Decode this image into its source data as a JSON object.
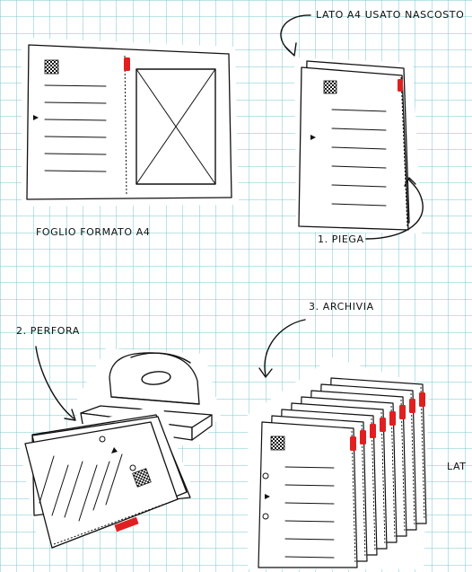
{
  "labels": {
    "hidden_side": "LATO A4 USATO NASCOSTO",
    "a4_sheet": "FOGLIO FORMATO A4",
    "step_fold": "1. PIEGA",
    "step_punch": "2. PERFORA",
    "step_archive": "3. ARCHIVIA",
    "cut_right": "LAT"
  },
  "colors": {
    "grid": "#79c7cc",
    "ink": "#111111",
    "accent_red": "#e02020",
    "paper": "#ffffff"
  },
  "icons": [
    "qr-code",
    "red-tab",
    "triangle-marker",
    "hole-punch"
  ]
}
